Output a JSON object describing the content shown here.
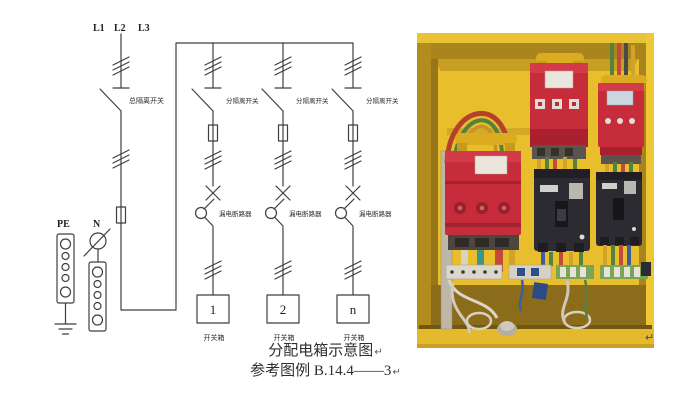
{
  "diagram": {
    "phases": [
      "L1",
      "L2",
      "L3"
    ],
    "pe_label": "PE",
    "n_label": "N",
    "main_switch_label": "总隔离开关",
    "branches": [
      {
        "switch_label": "分隔离开关",
        "rcd_label": "漏电断路器",
        "box_number": "1",
        "box_label": "开关箱"
      },
      {
        "switch_label": "分隔离开关",
        "rcd_label": "漏电断路器",
        "box_number": "2",
        "box_label": "开关箱"
      },
      {
        "switch_label": "分隔离开关",
        "rcd_label": "漏电断路器",
        "box_number": "n",
        "box_label": "开关箱"
      }
    ]
  },
  "caption": {
    "line1": "分配电箱示意图",
    "line2": "参考图例 B.14.4——3",
    "return_mark": "↵"
  },
  "photo": {
    "return_mark": "↵",
    "colors": {
      "box_yellow": "#e8be2c",
      "device_red": "#c62c3a",
      "handle_yellow": "#dcac20",
      "breaker_black": "#2c2b31",
      "floor_olive": "#8a6c1a"
    }
  }
}
